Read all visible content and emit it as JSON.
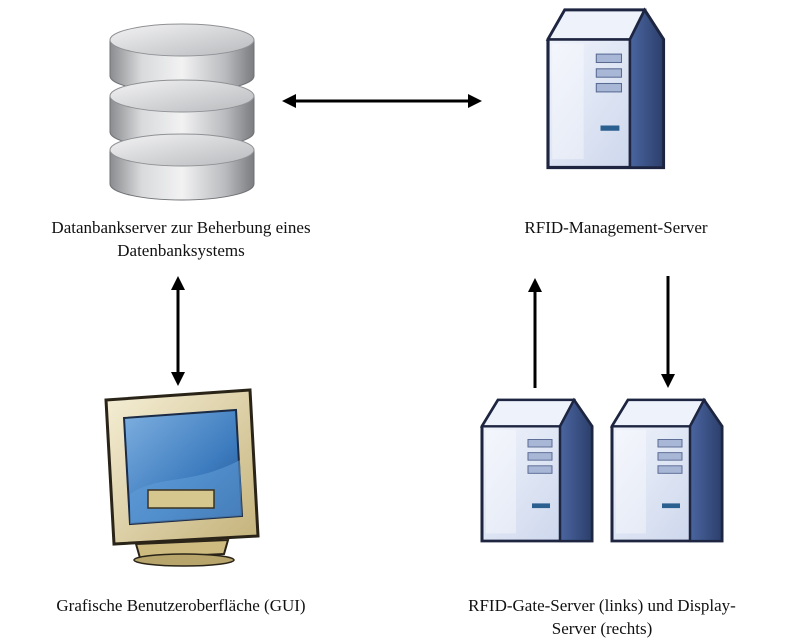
{
  "labels": {
    "db_line1": "Datanbankserver zur Beherbung eines",
    "db_line2": "Datenbanksystems",
    "rfid_mgmt": "RFID-Management-Server",
    "gui": "Grafische Benutzeroberfläche (GUI)",
    "gate_line1": "RFID-Gate-Server (links) und Display-",
    "gate_line2": "Server (rechts)"
  },
  "icons": {
    "database": "database-icon",
    "mgmt_server": "server-tower-icon",
    "gui": "monitor-icon",
    "gate_server": "server-tower-icon",
    "display_server": "server-tower-icon"
  },
  "colors": {
    "arrow": "#000000",
    "server_body": "#dfe6f5",
    "server_side": "#3c558d",
    "monitor_frame": "#d8c89a",
    "monitor_screen": "#2f6fb2",
    "database_gray": "#b5b7ba"
  }
}
